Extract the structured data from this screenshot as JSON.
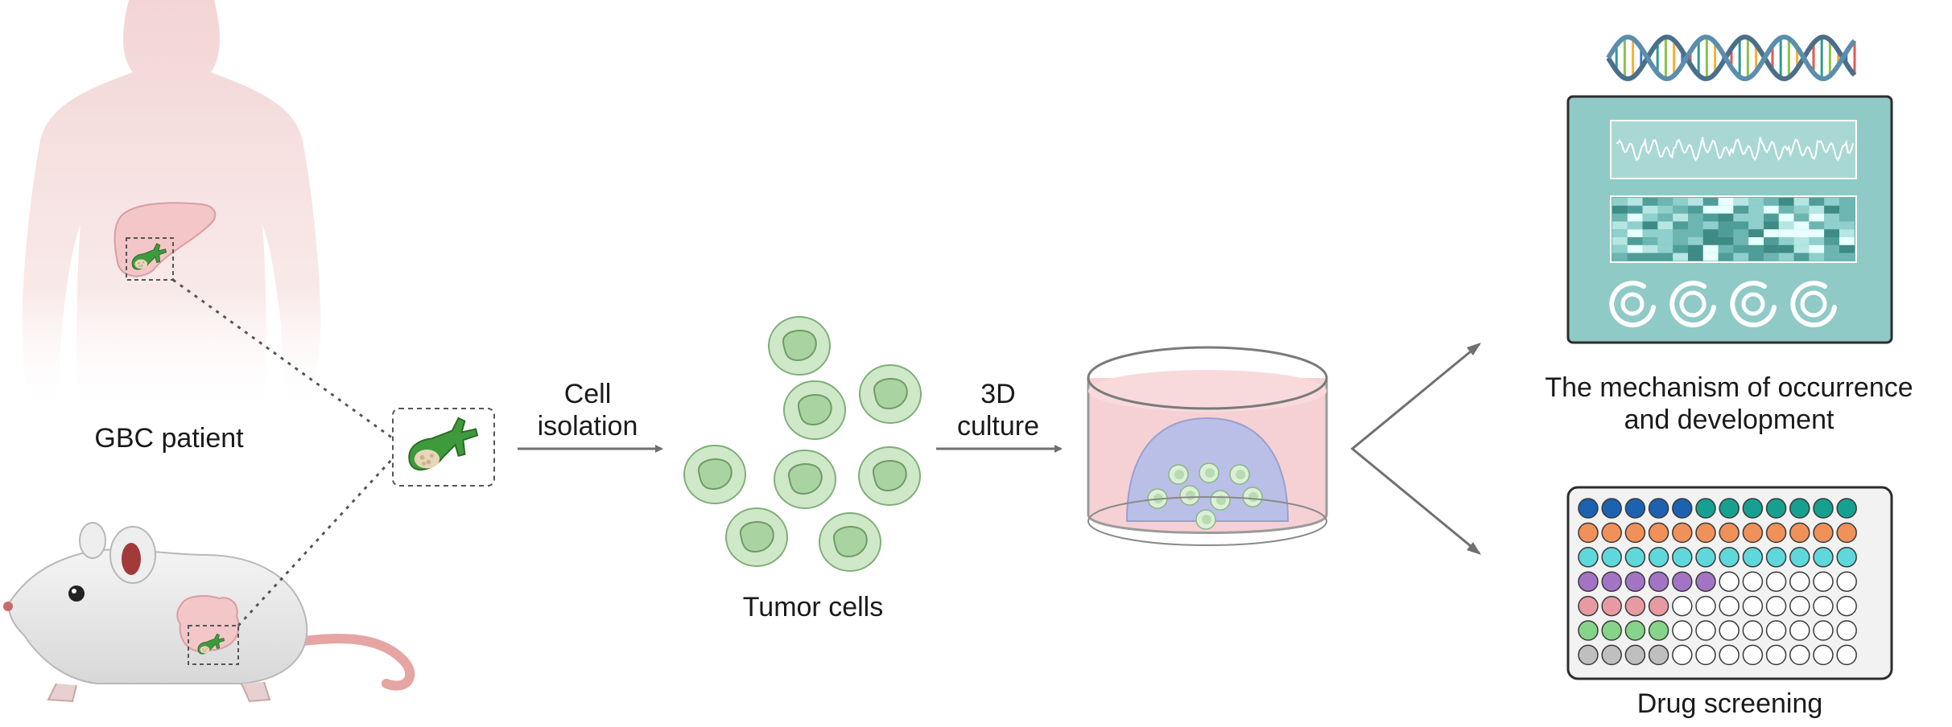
{
  "labels": {
    "patient": "GBC patient",
    "cell_isolation": [
      "Cell",
      "isolation"
    ],
    "tumor_cells": "Tumor cells",
    "culture": [
      "3D",
      "culture"
    ],
    "mechanism": [
      "The mechanism of occurrence",
      "and development"
    ],
    "drug_screening": "Drug screening"
  },
  "colors": {
    "body_tint": "#f5dcdc",
    "organ": "#f3c6c8",
    "gallbladder": "#3f9a3c",
    "cell_fill": "#cfe8c8",
    "cell_nucleus": "#a9d3a0",
    "dish_medium": "#f4c9cd",
    "matrigel": "#b9bfe6",
    "monitor": "#8fcac6",
    "arrow": "#707070"
  },
  "plate": {
    "rows": [
      {
        "count": 12,
        "colors": [
          "#1c62b0",
          "#1c62b0",
          "#1c62b0",
          "#1c62b0",
          "#1c62b0",
          "#17a08f",
          "#17a08f",
          "#17a08f",
          "#17a08f",
          "#17a08f",
          "#17a08f",
          "#17a08f"
        ]
      },
      {
        "count": 12,
        "colors": [
          "#f0915a"
        ]
      },
      {
        "count": 12,
        "colors": [
          "#5fd8dc"
        ]
      },
      {
        "count": 6,
        "colors": [
          "#a474c4"
        ]
      },
      {
        "count": 4,
        "colors": [
          "#e89aa2"
        ]
      },
      {
        "count": 4,
        "colors": [
          "#86d38a"
        ]
      },
      {
        "count": 4,
        "colors": [
          "#bfbfbf"
        ]
      }
    ],
    "columns": 12,
    "empty_color": "#ffffff"
  }
}
